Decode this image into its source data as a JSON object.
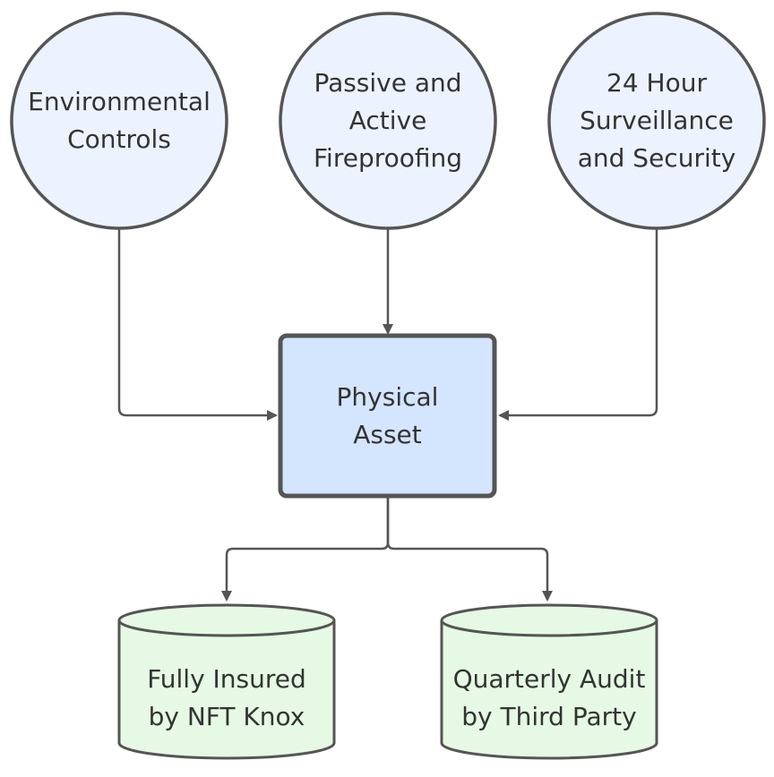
{
  "nodes": {
    "environmental": {
      "label": "Environmental\nControls"
    },
    "fireproofing": {
      "label": "Passive and\nActive\nFireproofing"
    },
    "surveillance": {
      "label": "24 Hour\nSurveillance\nand Security"
    },
    "asset": {
      "label": "Physical\nAsset"
    },
    "insured": {
      "label": "Fully Insured\nby NFT Knox"
    },
    "audit": {
      "label": "Quarterly Audit\nby Third Party"
    }
  },
  "colors": {
    "circle_fill": "#ecf3ff",
    "asset_fill": "#d4e5fe",
    "cylinder_fill": "#e6f9e4",
    "stroke": "#555555",
    "text": "#333333"
  }
}
